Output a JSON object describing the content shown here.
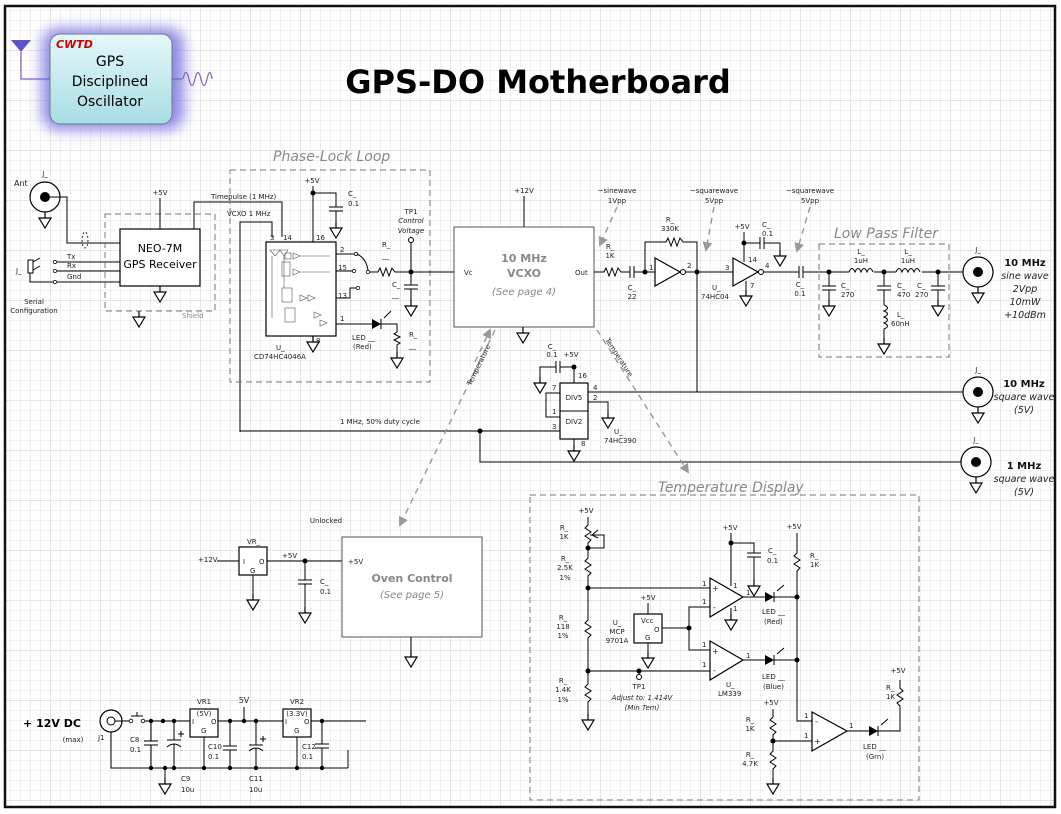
{
  "title": "GPS-DO Motherboard",
  "logo": {
    "brand": "CWTD",
    "line1": "GPS",
    "line2": "Disciplined",
    "line3": "Oscillator",
    "brand_color": "#cc0000",
    "box_color": "#c8ecf0",
    "glow_color": "#7b74e0"
  },
  "gps": {
    "ant_ref": "J_",
    "ant_label": "Ant",
    "serial_ref": "J_",
    "serial_label_1": "Serial",
    "serial_label_2": "Configuration",
    "pins": [
      "Tx",
      "Rx",
      "Gnd"
    ],
    "module_line1": "NEO-7M",
    "module_line2": "GPS Receiver",
    "supply": "+5V",
    "shield": "Shield",
    "timepulse": "Timepulse (1 MHz)",
    "vcxo_in": "VCXO 1 MHz"
  },
  "pll": {
    "group_label": "Phase-Lock Loop",
    "supply": "+5V",
    "cap_ref": "C_",
    "cap_val": "0.1",
    "pins": {
      "p3": "3",
      "p14": "14",
      "p16": "16",
      "p2": "2",
      "p15": "15",
      "p13": "13",
      "p1": "1",
      "p8": "8"
    },
    "ic_ref": "U_",
    "ic_part": "CD74HC4046A",
    "tp_ref": "TP1",
    "tp_l1": "Control",
    "tp_l2": "Voltage",
    "r1_ref": "R_",
    "r1_val": "__",
    "c2_ref": "C_",
    "c2_val": "__",
    "led_ref": "LED __",
    "led_color": "(Red)",
    "r2_ref": "R_",
    "r2_val": "__"
  },
  "vcxo": {
    "supply": "+12V",
    "line1": "10 MHz",
    "line2": "VCXO",
    "line3": "(See page 4)",
    "pin_in": "Vc",
    "pin_out": "Out"
  },
  "buffer": {
    "sine_note_1": "~sinewave",
    "sine_note_2": "1Vpp",
    "sq_note_1": "~squarewave",
    "sq_note_2": "5Vpp",
    "sq2_note_1": "~squarewave",
    "sq2_note_2": "5Vpp",
    "r_in_ref": "R_",
    "r_in_val": "1K",
    "c_in_ref": "C_",
    "c_in_val": "22",
    "rf_ref": "R_",
    "rf_val": "330K",
    "ic_ref": "U_",
    "ic_part": "74HC04",
    "pins": {
      "a1": "1",
      "a2": "2",
      "b3": "3",
      "b4": "4",
      "v14": "14",
      "g7": "7"
    },
    "supply": "+5V",
    "dec_ref": "C_",
    "dec_val": "0.1",
    "cout_ref": "C_",
    "cout_val": "0.1"
  },
  "lpf": {
    "group_label": "Low Pass Filter",
    "l1_ref": "L_",
    "l1_val": "1uH",
    "l2_ref": "L_",
    "l2_val": "1uH",
    "c1_ref": "C_",
    "c1_val": "270",
    "c2_ref": "C_",
    "c2_val": "470",
    "c3_ref": "C_",
    "c3_val": "270",
    "l3_ref": "L_",
    "l3_val": "60nH"
  },
  "outputs": [
    {
      "ref": "J_",
      "line1": "10 MHz",
      "line2": "sine wave",
      "line3": "2Vpp",
      "line4": "10mW",
      "line5": "+10dBm"
    },
    {
      "ref": "J_",
      "line1": "10 MHz",
      "line2": "square wave",
      "line3": "(5V)"
    },
    {
      "ref": "J_",
      "line1": "1 MHz",
      "line2": "square wave",
      "line3": "(5V)"
    }
  ],
  "divider": {
    "cap_ref": "C_",
    "cap_val": "0.1",
    "supply": "+5V",
    "div5": "DIV5",
    "div2": "DIV2",
    "pins": {
      "p16": "16",
      "p7": "7",
      "p4": "4",
      "p2": "2",
      "p1": "1",
      "p3": "3",
      "p8": "8"
    },
    "ic_ref": "U_",
    "ic_part": "74HC390",
    "net_label": "1 MHz, 50% duty cycle"
  },
  "temperature_arrows": {
    "left": "Temperature",
    "right": "Temperature"
  },
  "oven": {
    "supply_in": "+12V",
    "vr_ref": "VR_",
    "vr_i": "I",
    "vr_o": "O",
    "vr_g": "G",
    "rail": "+5V",
    "cap_ref": "C_",
    "cap_val": "0.1",
    "status": "Unlocked",
    "pin": "+5V",
    "line1": "Oven Control",
    "line2": "(See page 5)"
  },
  "temp_display": {
    "group_label": "Temperature Display",
    "supply": "+5V",
    "rpot_ref": "R_",
    "rpot_val": "1K",
    "r2_ref": "R_",
    "r2_val": "2.5K",
    "r2_tol": "1%",
    "r3_ref": "R_",
    "r3_val": "118",
    "r3_tol": "1%",
    "r4_ref": "R_",
    "r4_val": "1.4K",
    "r4_tol": "1%",
    "sensor_ref": "U_",
    "sensor_l1": "MCP",
    "sensor_l2": "9701A",
    "sensor_vcc": "Vcc",
    "sensor_o": "O",
    "sensor_g": "G",
    "tp": "TP1",
    "adjust_1": "Adjust to: 1.414V",
    "adjust_2": "(Min Tem)",
    "comp_ref": "U_",
    "comp_part": "LM339",
    "dec_ref": "C_",
    "dec_val": "0.1",
    "rled_ref": "R_",
    "rled_val": "1K",
    "led_red": "LED __",
    "led_red_c": "(Red)",
    "led_blue": "LED __",
    "led_blue_c": "(Blue)",
    "led_grn": "LED __",
    "led_grn_c": "(Grn)",
    "r5_ref": "R_",
    "r5_val": "1K",
    "r6_ref": "R_",
    "r6_val": "4.7K",
    "r7_ref": "R_",
    "r7_val": "1K",
    "pin1": "1",
    "plus": "+",
    "minus": "-"
  },
  "power": {
    "label": "+ 12V DC",
    "label_sub": "(max)",
    "jack": "J1",
    "c8_ref": "C8",
    "c8_val": "0.1",
    "c9_ref": "C9",
    "c9_val": "10u",
    "vr1": "VR1",
    "vr1_v": "(5V)",
    "rail": "5V",
    "c10_ref": "C10",
    "c10_val": "0.1",
    "c11_ref": "C11",
    "c11_val": "10u",
    "vr2": "VR2",
    "vr2_v": "(3.3V)",
    "c12_ref": "C12",
    "c12_val": "0.1",
    "pin_i": "I",
    "pin_o": "O",
    "pin_g": "G"
  }
}
